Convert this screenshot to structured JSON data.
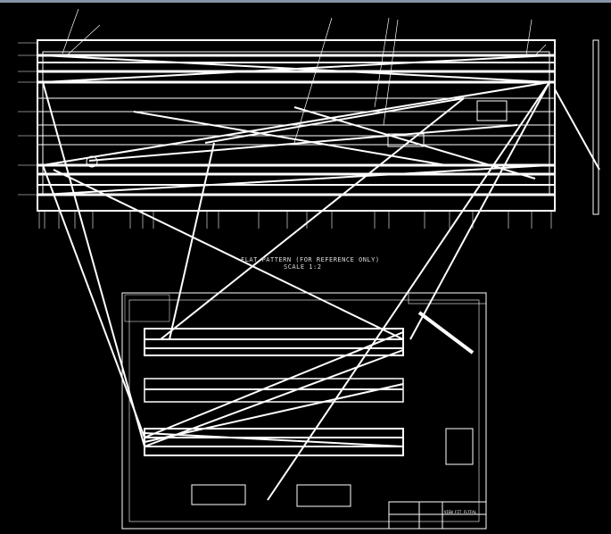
{
  "viewer": {
    "background": "#000000",
    "line_color": "#ffffff",
    "topbar_color": "#8793a8"
  },
  "drawing": {
    "flat_pattern_note": "FLAT PATTERN (FOR REFERENCE ONLY)",
    "scale_note": "SCALE 1:2",
    "title_block": {
      "title": "VIEW FIT FLTFAL"
    }
  }
}
